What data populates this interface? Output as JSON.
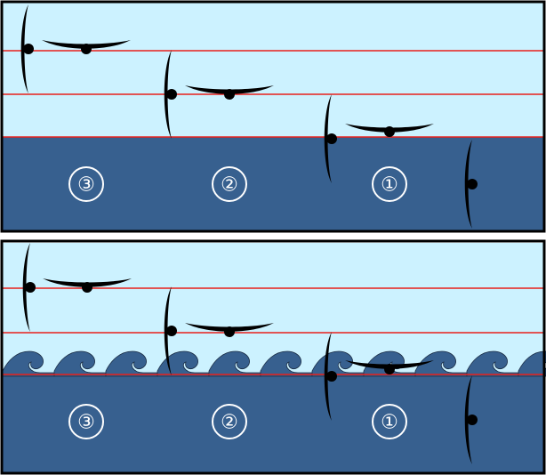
{
  "colors": {
    "sky": "#ccf2ff",
    "water": "#37608f",
    "line": "#e8201c",
    "ink": "#000000",
    "frame": "#000000",
    "label": "#ffffff"
  },
  "panels": [
    {
      "name": "top-panel",
      "waves": false,
      "stage_labels": [
        "③",
        "②",
        "①"
      ]
    },
    {
      "name": "bottom-panel",
      "waves": true,
      "stage_labels": [
        "③",
        "②",
        "①"
      ]
    }
  ]
}
